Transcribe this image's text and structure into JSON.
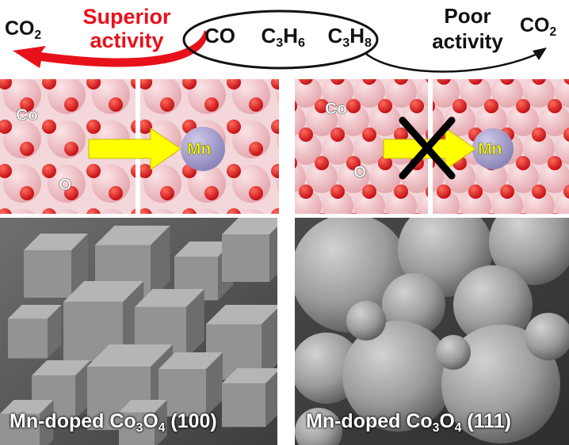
{
  "header": {
    "left_product": {
      "base": "CO",
      "sub": "2"
    },
    "superior_label_line1": "Superior",
    "superior_label_line2": "activity",
    "gas_co": "CO",
    "gas_c3h6": {
      "c": "C",
      "sub1": "3",
      "h": "H",
      "sub2": "6"
    },
    "gas_c3h8": {
      "c": "C",
      "sub1": "3",
      "h": "H",
      "sub2": "8"
    },
    "poor_label_line1": "Poor",
    "poor_label_line2": "activity",
    "right_product": {
      "base": "CO",
      "sub": "2"
    }
  },
  "structure_panels": {
    "co_label_left": "Co",
    "o_label_left": "O",
    "mn_label_left": "Mn",
    "co_label_right": "Co",
    "o_label_right": "O",
    "mn_label_right": "Mn"
  },
  "sem": {
    "left_caption": {
      "prefix": "Mn-doped Co",
      "sub": "3",
      "mid": "O",
      "sub2": "4",
      "suffix": " (100)"
    },
    "right_caption": {
      "prefix": "Mn-doped Co",
      "sub": "3",
      "mid": "O",
      "sub2": "4",
      "suffix": " (111)"
    }
  },
  "colors": {
    "superior_arrow": "#e8111a",
    "co_atom": "#f0c4c8",
    "o_atom": "#e3171b",
    "mn_atom": "#a9a3cf",
    "arrow_yellow": "#ffff00",
    "sem_gray": "#8a8a8a"
  }
}
